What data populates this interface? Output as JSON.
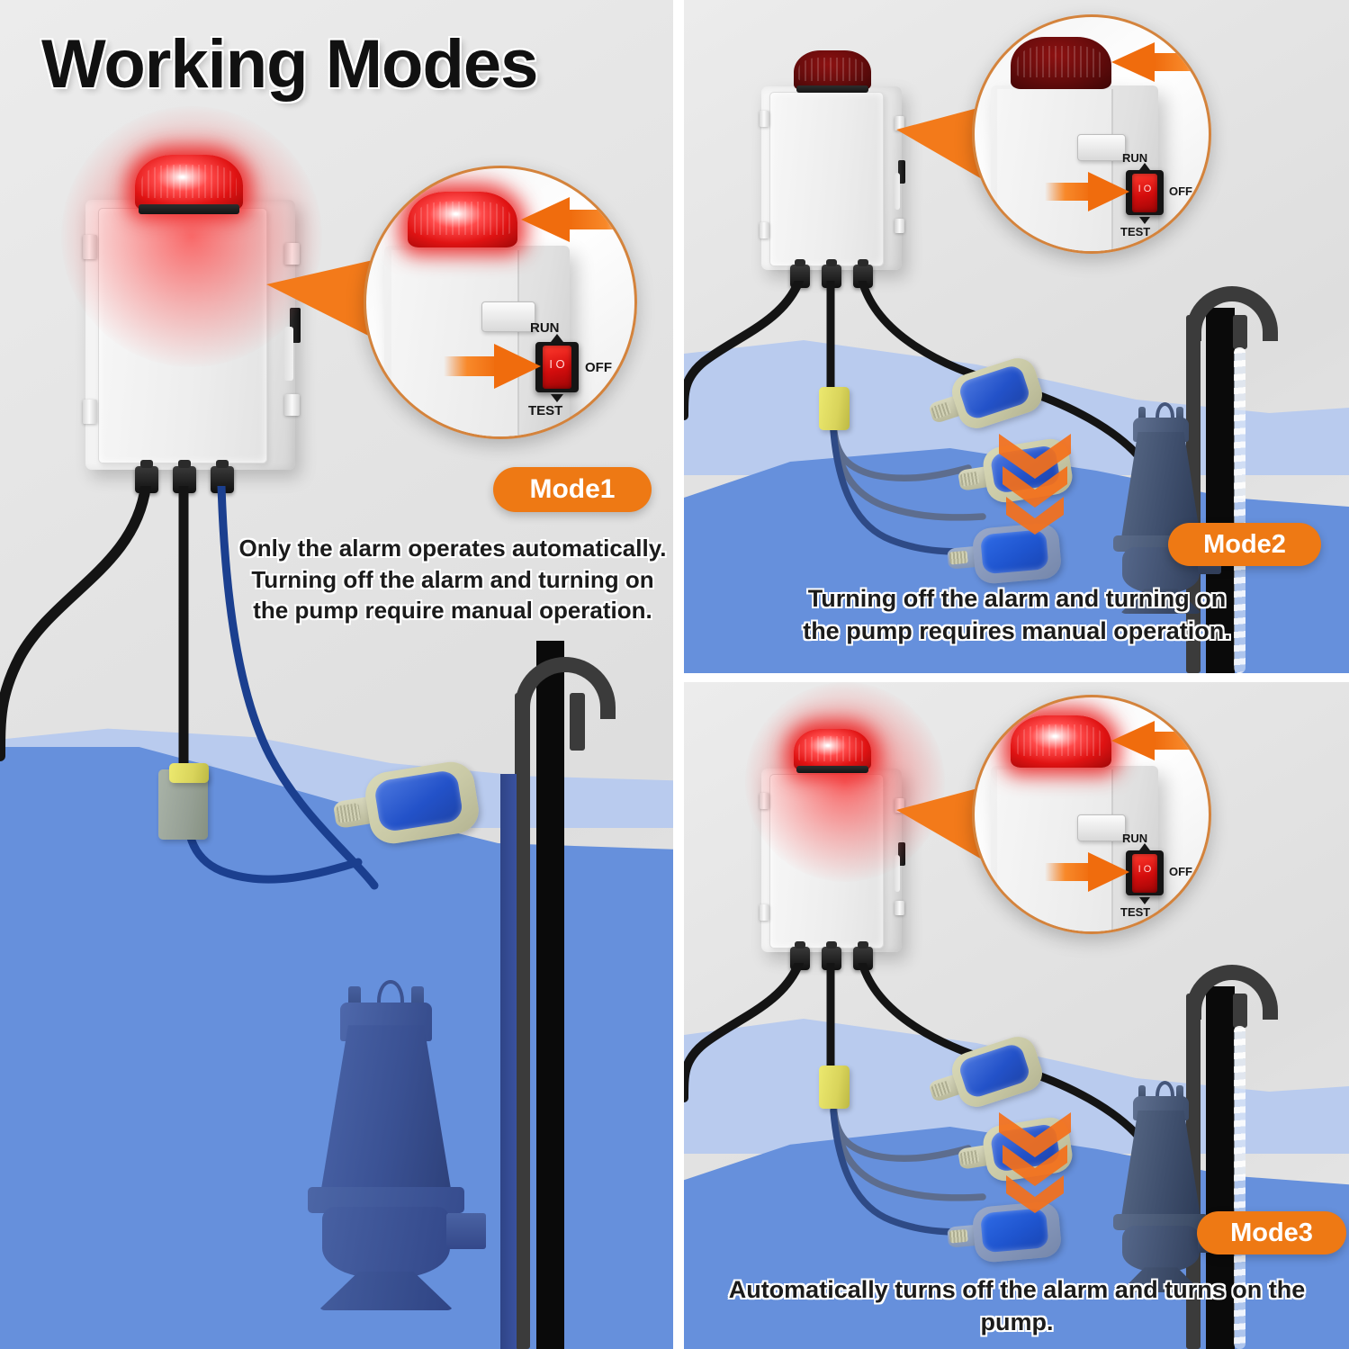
{
  "page": {
    "title": "Working Modes",
    "accent_color": "#ee7914",
    "water_color": "#6690dc",
    "alarm_color": "#e01313",
    "panel_background": "#e6e6e6"
  },
  "switch_labels": {
    "run": "RUN",
    "off": "OFF",
    "test": "TEST",
    "symbol": "I O"
  },
  "panels": [
    {
      "id": "mode1",
      "badge": "Mode1",
      "caption_lines": [
        "Only the alarm operates automatically.",
        "Turning off the alarm and turning on",
        "the pump require manual operation."
      ],
      "alarm_state": "on",
      "pump_state": "off",
      "float_count": 1,
      "discharge_state": "dry"
    },
    {
      "id": "mode2",
      "badge": "Mode2",
      "caption_lines": [
        "Turning off the alarm and turning on",
        "the pump requires manual operation."
      ],
      "alarm_state": "off",
      "pump_state": "on",
      "float_count": 3,
      "discharge_state": "flowing"
    },
    {
      "id": "mode3",
      "badge": "Mode3",
      "caption_lines": [
        "Automatically turns off the alarm and turns on the pump."
      ],
      "alarm_state": "on",
      "pump_state": "on",
      "float_count": 3,
      "discharge_state": "flowing"
    }
  ]
}
